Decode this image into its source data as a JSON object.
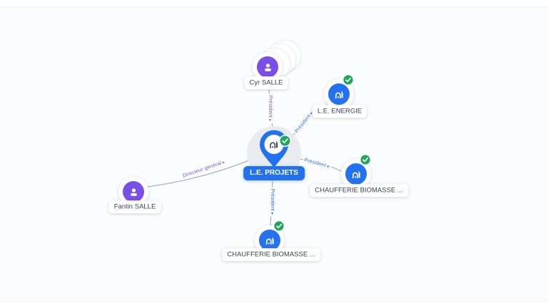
{
  "app": {
    "title": "Company network graph"
  },
  "colors": {
    "canvas_bg": "#FBFCFE",
    "edge_line": "#9AA3B0",
    "relation_person_color": "#7A55E0",
    "relation_company_color": "#2F6FE6",
    "company_blue": "#2472F0",
    "person_purple": "#7A4FE6",
    "verified_green": "#1FA75C",
    "center_label_bg": "#2271EF"
  },
  "center_node": {
    "label": "L.E. PROJETS",
    "type": "company",
    "verified": true
  },
  "nodes": [
    {
      "label": "Cyr SALLE",
      "type": "person",
      "stacked": true
    },
    {
      "label": "L.E. ENERGIE",
      "type": "company",
      "verified": true
    },
    {
      "label": "CHAUFFERIE BIOMASSE ...",
      "type": "company",
      "verified": true
    },
    {
      "label": "CHAUFFERIE BIOMASSE ...",
      "type": "company",
      "verified": true
    },
    {
      "label": "Fantin SALLE",
      "type": "person"
    }
  ],
  "edges": [
    {
      "label": "Président",
      "arrow": "▸",
      "from": "Cyr SALLE",
      "to": "L.E. PROJETS",
      "relation": "person"
    },
    {
      "label": "Directeur général",
      "arrow": "▸",
      "from": "Fantin SALLE",
      "to": "L.E. PROJETS",
      "relation": "person"
    },
    {
      "label": "Président",
      "arrow": "▸",
      "from": "L.E. PROJETS",
      "to": "L.E. ENERGIE",
      "relation": "company"
    },
    {
      "label": "Président",
      "arrow": "▸",
      "from": "L.E. PROJETS",
      "to": "CHAUFFERIE BIOMASSE ...",
      "relation": "company"
    },
    {
      "label": "Président",
      "arrow": "▸",
      "from": "L.E. PROJETS",
      "to": "CHAUFFERIE BIOMASSE ...",
      "relation": "company"
    }
  ]
}
